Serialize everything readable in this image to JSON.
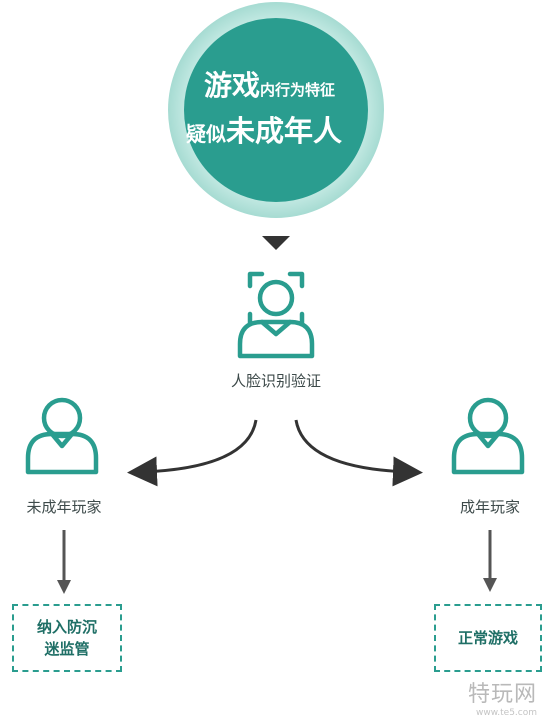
{
  "title": {
    "line1_big": "游戏",
    "line1_small": "内行为特征",
    "line2_small": "疑似",
    "line2_big": "未成年人"
  },
  "center_label": "人脸识别验证",
  "left_label": "未成年玩家",
  "right_label": "成年玩家",
  "left_box": {
    "line1": "纳入防沉",
    "line2": "迷监管"
  },
  "right_box": "正常游戏",
  "watermark": {
    "main": "特玩网",
    "sub": "www.te5.com"
  },
  "colors": {
    "teal": "#2a9d8f",
    "teal_light": "#9fd6cc",
    "arrow": "#333333"
  }
}
